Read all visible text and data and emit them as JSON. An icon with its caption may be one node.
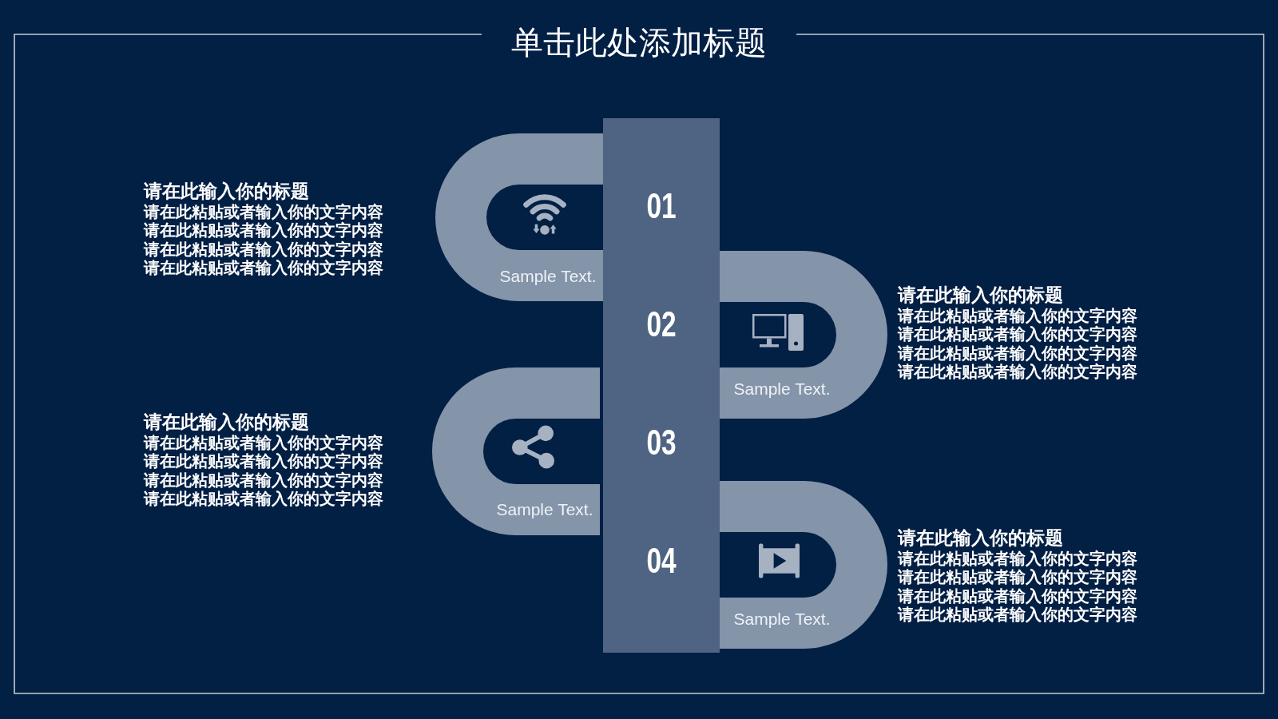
{
  "diagram": {
    "title": "单击此处添加标题",
    "nodes": [
      {
        "text": [
          "01",
          "02",
          "03",
          "04"
        ]
      },
      {
        "text": [
          "Sample Text."
        ],
        "beside": [
          "请在此输入你的标题",
          "请在此粘贴或者输入你的文字内容",
          "请在此粘贴或者输入你的文字内容",
          "请在此粘贴或者输入你的文字内容",
          "请在此粘贴或者输入你的文字内容"
        ]
      },
      {
        "text": [
          "Sample Text."
        ],
        "beside": [
          "请在此输入你的标题",
          "请在此粘贴或者输入你的文字内容",
          "请在此粘贴或者输入你的文字内容",
          "请在此粘贴或者输入你的文字内容",
          "请在此粘贴或者输入你的文字内容"
        ]
      },
      {
        "text": [
          "Sample Text."
        ],
        "beside": [
          "请在此输入你的标题",
          "请在此粘贴或者输入你的文字内容",
          "请在此粘贴或者输入你的文字内容",
          "请在此粘贴或者输入你的文字内容",
          "请在此粘贴或者输入你的文字内容"
        ]
      },
      {
        "text": [
          "Sample Text."
        ],
        "beside": [
          "请在此输入你的标题",
          "请在此粘贴或者输入你的文字内容",
          "请在此粘贴或者输入你的文字内容",
          "请在此粘贴或者输入你的文字内容",
          "请在此粘贴或者输入你的文字内容"
        ]
      }
    ]
  }
}
